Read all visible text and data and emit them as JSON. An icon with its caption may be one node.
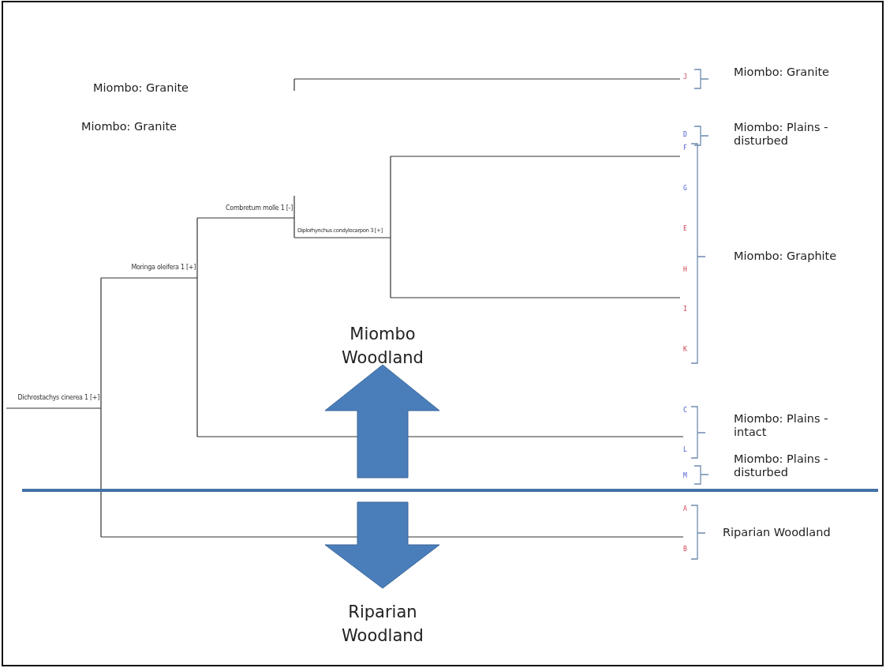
{
  "diagram": {
    "labels": [
      "Miombo: Granite",
      "J",
      "Miombo: Granite",
      "Miombo: Granite",
      "D",
      "Miombo: Plains - disturbed",
      "F",
      "Combretum molle 1 [-]",
      "Diplorhynchus condylocarpon 3 [+]",
      "G",
      "Moringa oleifera 1 [+]",
      "E",
      "Miombo: Graphite",
      "H",
      "I",
      "Miombo Woodland",
      "K",
      "Dichrostachys cinerea 1 [+]",
      "C",
      "Miombo: Plains - intact",
      "L",
      "M",
      "Miombo: Plains - disturbed",
      "A",
      "Riparian Woodland",
      "B",
      "Riparian Woodland"
    ]
  }
}
